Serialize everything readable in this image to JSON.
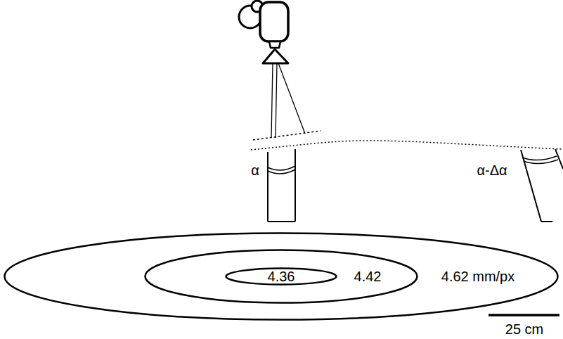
{
  "diagram": {
    "nodes": [
      {
        "text": [
          "4.62 mm/px"
        ]
      },
      {
        "text": [
          "4.42"
        ],
        "in": 0
      },
      {
        "text": [
          "4.36"
        ],
        "in": 1
      }
    ],
    "labels": [
      "α",
      "α-Δα",
      "25 cm"
    ]
  }
}
